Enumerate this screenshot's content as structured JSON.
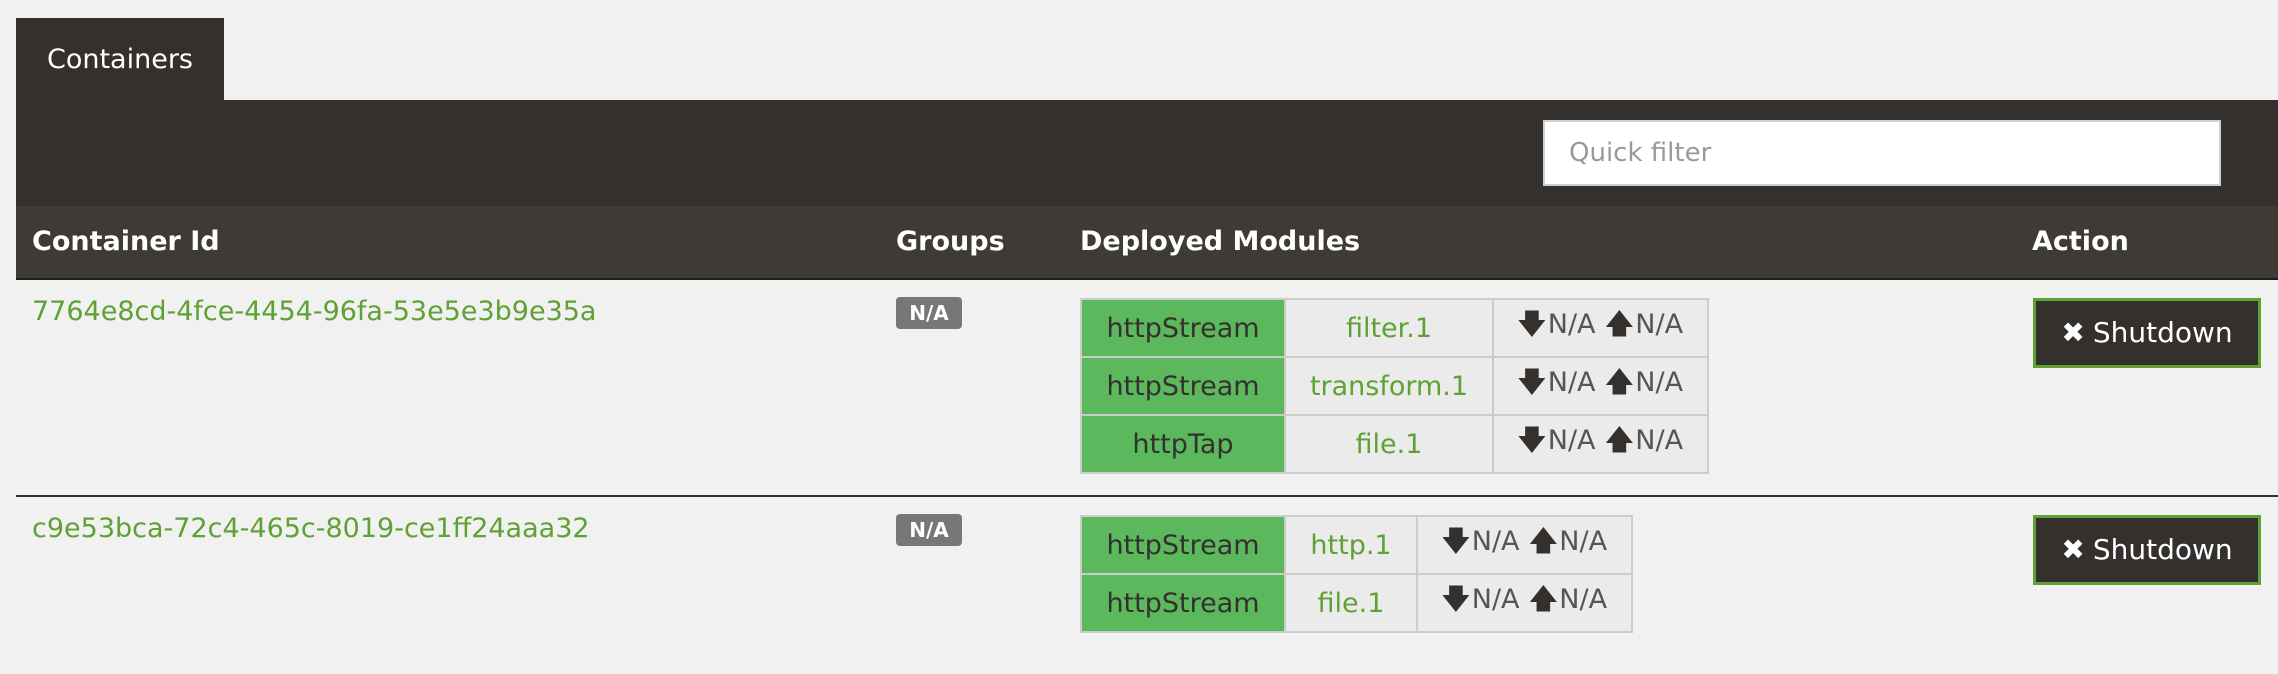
{
  "tab": {
    "label": "Containers"
  },
  "filter": {
    "placeholder": "Quick filter",
    "value": ""
  },
  "columns": {
    "container_id": "Container Id",
    "groups": "Groups",
    "deployed_modules": "Deployed Modules",
    "action": "Action"
  },
  "icons": {
    "down_arrow": "arrow-down-icon",
    "up_arrow": "arrow-up-icon",
    "close": "close-icon"
  },
  "colors": {
    "accent_green": "#5fa134",
    "module_green": "#5cb85c",
    "dark": "#34302d"
  },
  "rows": [
    {
      "container_id": "7764e8cd-4fce-4454-96fa-53e5e3b9e35a",
      "groups": "N/A",
      "modules": [
        {
          "type": "httpStream",
          "name": "filter.1",
          "rate_in": "N/A",
          "rate_out": "N/A"
        },
        {
          "type": "httpStream",
          "name": "transform.1",
          "rate_in": "N/A",
          "rate_out": "N/A"
        },
        {
          "type": "httpTap",
          "name": "file.1",
          "rate_in": "N/A",
          "rate_out": "N/A"
        }
      ],
      "action_icon": "✖",
      "action_label": "Shutdown"
    },
    {
      "container_id": "c9e53bca-72c4-465c-8019-ce1ff24aaa32",
      "groups": "N/A",
      "modules": [
        {
          "type": "httpStream",
          "name": "http.1",
          "rate_in": "N/A",
          "rate_out": "N/A"
        },
        {
          "type": "httpStream",
          "name": "file.1",
          "rate_in": "N/A",
          "rate_out": "N/A"
        }
      ],
      "action_icon": "✖",
      "action_label": "Shutdown"
    }
  ]
}
